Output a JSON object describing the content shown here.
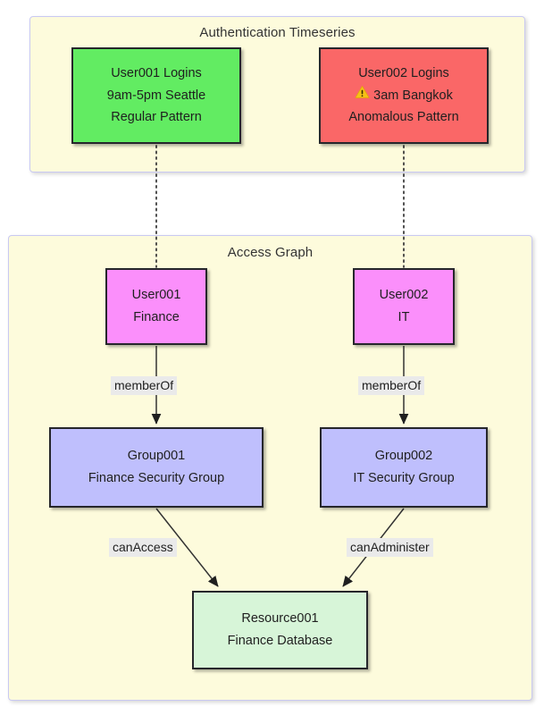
{
  "diagram": {
    "type": "access-graph-with-auth-timeseries",
    "subgraphs": [
      {
        "id": "auth",
        "title": "Authentication Timeseries"
      },
      {
        "id": "access",
        "title": "Access Graph"
      }
    ],
    "nodes": [
      {
        "id": "ts1",
        "group": "auth",
        "color": "#62ec62",
        "lines": [
          "User001 Logins",
          "9am-5pm Seattle",
          "Regular Pattern"
        ]
      },
      {
        "id": "ts2",
        "group": "auth",
        "color": "#fa6767",
        "icon": "warning-triangle-icon",
        "lines": [
          "User002 Logins",
          "3am Bangkok",
          "Anomalous Pattern"
        ]
      },
      {
        "id": "user001",
        "group": "access",
        "color": "#fb8ffb",
        "lines": [
          "User001",
          "Finance"
        ]
      },
      {
        "id": "user002",
        "group": "access",
        "color": "#fb8ffb",
        "lines": [
          "User002",
          "IT"
        ]
      },
      {
        "id": "group001",
        "group": "access",
        "color": "#bfbffd",
        "lines": [
          "Group001",
          "Finance Security Group"
        ]
      },
      {
        "id": "group002",
        "group": "access",
        "color": "#bfbffd",
        "lines": [
          "Group002",
          "IT Security Group"
        ]
      },
      {
        "id": "resource001",
        "group": "access",
        "color": "#d7f5d8",
        "lines": [
          "Resource001",
          "Finance Database"
        ]
      }
    ],
    "edges": [
      {
        "id": "e-ts1-user001",
        "from": "ts1",
        "to": "user001",
        "label": "",
        "style": "dotted"
      },
      {
        "id": "e-ts2-user002",
        "from": "ts2",
        "to": "user002",
        "label": "",
        "style": "dotted"
      },
      {
        "id": "e-user001-group001",
        "from": "user001",
        "to": "group001",
        "label": "memberOf",
        "style": "solid-arrow"
      },
      {
        "id": "e-user002-group002",
        "from": "user002",
        "to": "group002",
        "label": "memberOf",
        "style": "solid-arrow"
      },
      {
        "id": "e-group001-resource001",
        "from": "group001",
        "to": "resource001",
        "label": "canAccess",
        "style": "solid-arrow"
      },
      {
        "id": "e-group002-resource001",
        "from": "group002",
        "to": "resource001",
        "label": "canAdminister",
        "style": "solid-arrow"
      }
    ],
    "palette": {
      "canvas_background": "#ffffff",
      "subgraph_fill": "#fdfbdc",
      "subgraph_border": "#c9c9f2",
      "node_border": "#26262b",
      "edge_stroke": "#333333",
      "edge_label_background": "#eaeaea",
      "warning_icon_fill": "#f5c116"
    }
  }
}
